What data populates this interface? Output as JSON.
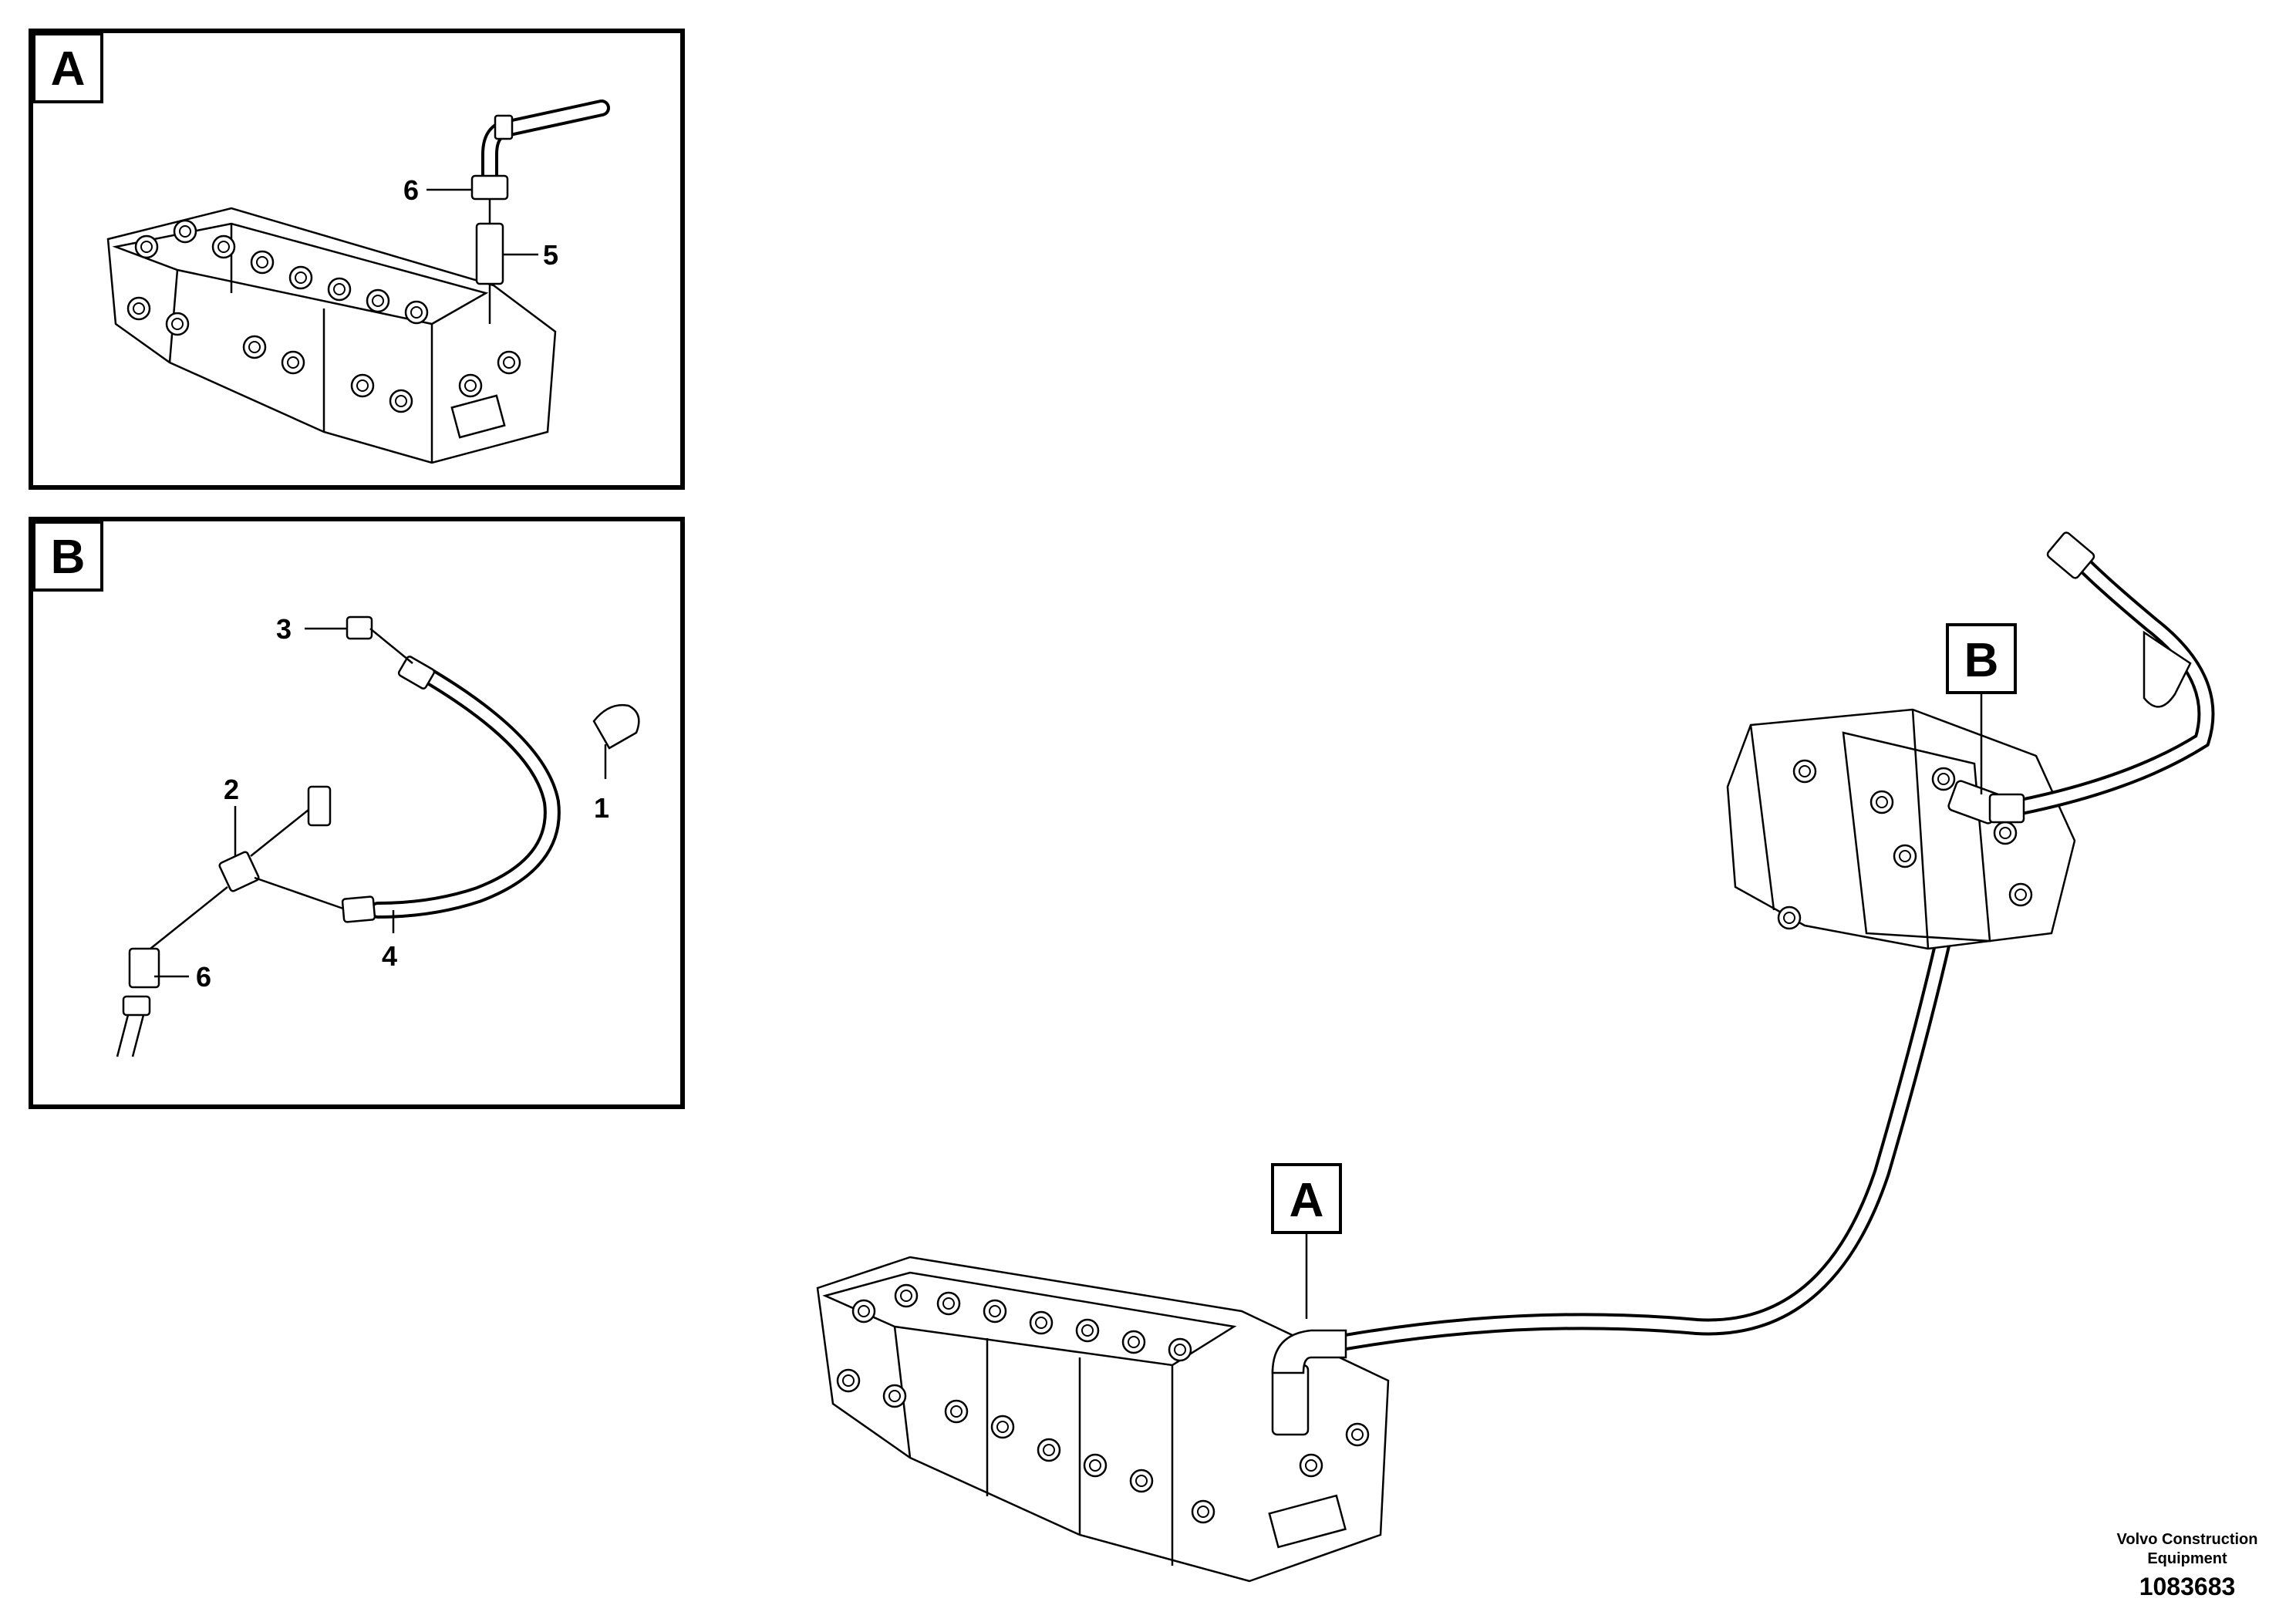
{
  "detail_a": {
    "tag": "A",
    "callouts": [
      "6",
      "5"
    ]
  },
  "detail_b": {
    "tag": "B",
    "callouts": [
      "3",
      "2",
      "1",
      "6",
      "4"
    ]
  },
  "main_view": {
    "tag_a": "A",
    "tag_b": "B"
  },
  "footer": {
    "publisher_line1": "Volvo Construction",
    "publisher_line2": "Equipment",
    "drawing_number": "1083683"
  }
}
